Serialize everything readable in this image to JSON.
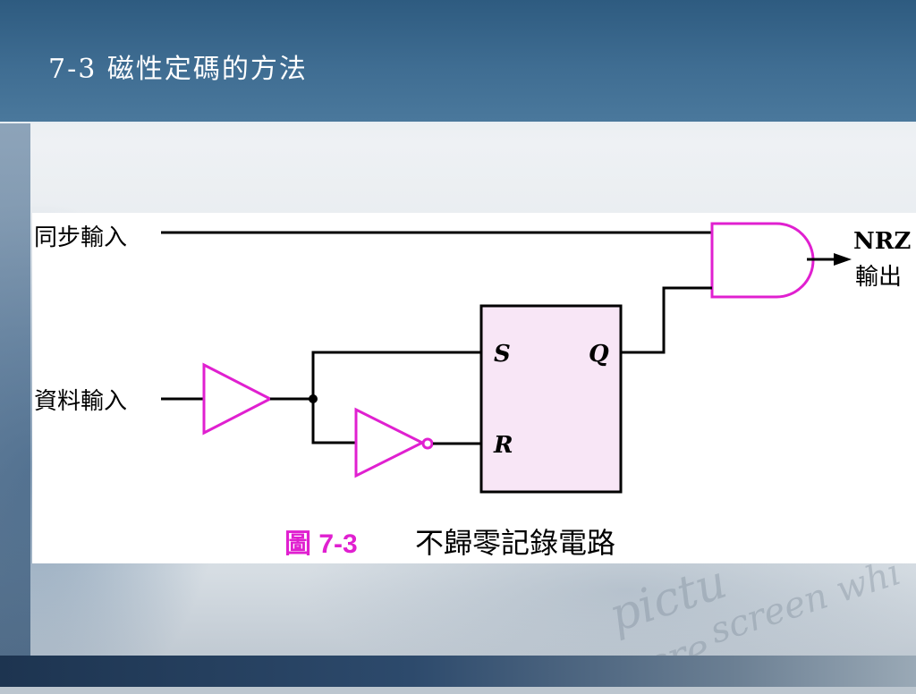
{
  "slide": {
    "title": "7-3  磁性定碼的方法"
  },
  "diagram": {
    "inputs": {
      "sync": "同步輸入",
      "data": "資料輸入"
    },
    "output": {
      "line1": "NRZ",
      "line2": "輸出"
    },
    "flipflop": {
      "set_pin": "S",
      "reset_pin": "R",
      "output_pin": "Q"
    },
    "caption": {
      "number": "圖 7-3",
      "text": "不歸零記錄電路"
    }
  },
  "background_watermark": [
    "pictu",
    "screen whi",
    "scre"
  ],
  "colors": {
    "header": "#3f6d92",
    "gate_stroke": "#e020d0",
    "flipflop_fill": "#f8e6f6",
    "caption": "#e020d0"
  }
}
